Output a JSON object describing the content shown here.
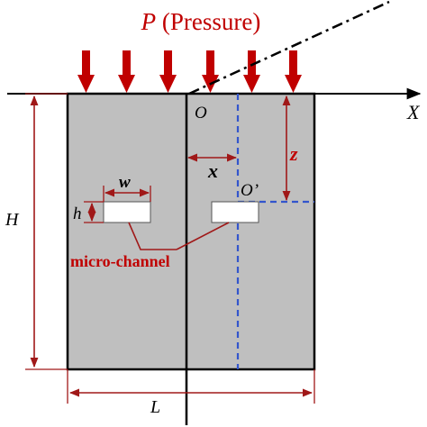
{
  "figure": {
    "pressure_symbol": "P",
    "pressure_word": "(Pressure)",
    "origin_label": "O",
    "origin_prime_label": "O’",
    "x_axis_label": "X",
    "x_label": "x",
    "z_label": "z",
    "w_label": "w",
    "h_label": "h",
    "height_label": "H",
    "length_label": "L",
    "channel_label": "micro-channel"
  },
  "colors": {
    "pressure_arrows": "#c00000",
    "dimension_lines": "#a01818",
    "label_red": "#c00000",
    "dashed_guides": "#3355cc",
    "block_fill": "#bfbfbf",
    "outline": "#000000"
  }
}
